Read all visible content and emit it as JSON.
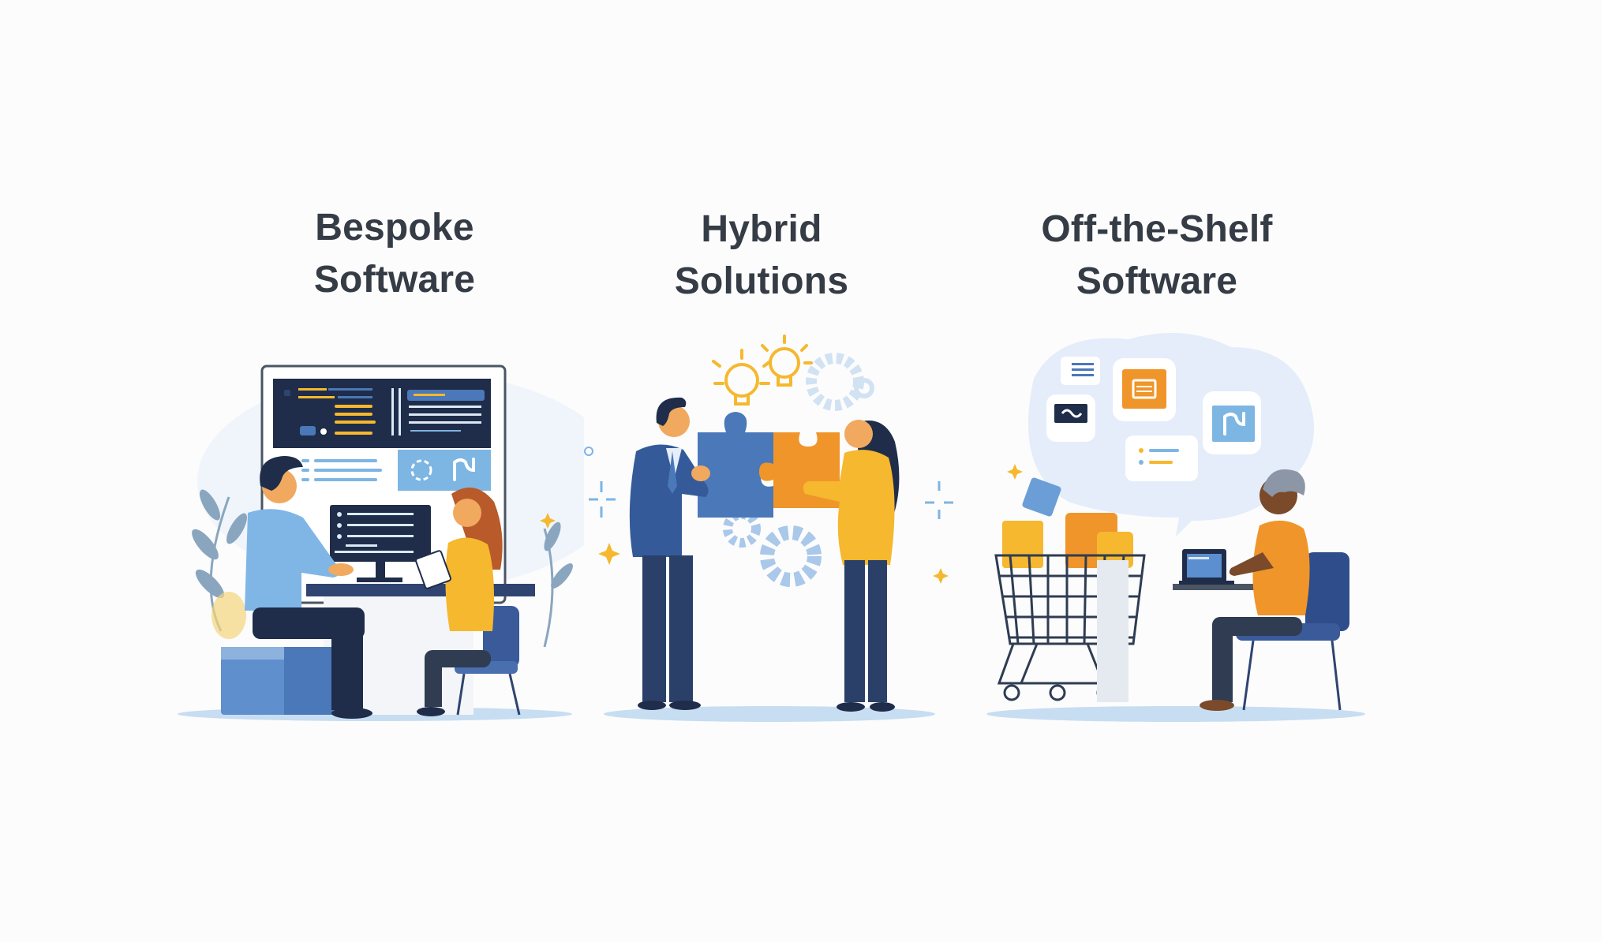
{
  "colors": {
    "background": "#fcfcfd",
    "heading_text": "#353c45",
    "navy": "#1f2d4a",
    "blue": "#4a78b8",
    "light_blue": "#7db5e3",
    "pale_blue": "#dbe8f6",
    "yellow": "#f5b82e",
    "orange": "#f0952a",
    "skin": "#f0a95e",
    "dark_skin": "#7a4a2a"
  },
  "panels": [
    {
      "id": "bespoke",
      "heading_line1": "Bespoke",
      "heading_line2": "Software",
      "scene": "Two people collaborating at a desk with a custom dashboard monitor",
      "icons": [
        "monitor-dashboard-icon",
        "code-list-icon",
        "plant-icon",
        "sparkle-icon",
        "tablet-icon"
      ]
    },
    {
      "id": "hybrid",
      "heading_line1": "Hybrid",
      "heading_line2": "Solutions",
      "scene": "Two people fitting together blue and orange puzzle pieces",
      "icons": [
        "puzzle-piece-icon",
        "lightbulb-icon",
        "gear-icon",
        "sparkle-icon"
      ]
    },
    {
      "id": "off-the-shelf",
      "heading_line1": "Off-the-Shelf",
      "heading_line2": "Software",
      "scene": "Shopping cart full of software packages and a person using a laptop",
      "icons": [
        "shopping-cart-icon",
        "app-calendar-icon",
        "app-document-icon",
        "app-logo-icon",
        "chat-list-icon",
        "laptop-icon"
      ]
    }
  ]
}
